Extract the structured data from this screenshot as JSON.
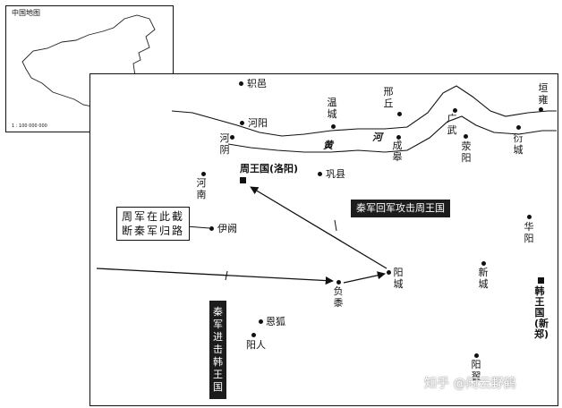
{
  "inset": {
    "title": "中国地图",
    "scale": "1 : 100 000 000"
  },
  "river": {
    "label_1": "黄",
    "label_2": "河"
  },
  "places": {
    "zhiyi": "轵邑",
    "heyang": "河阳",
    "wencheng": "温城",
    "xingqiu": "邢丘",
    "guangwu": "广武",
    "yuanyong": "垣雍",
    "heyin": "河阴",
    "chenggao": "成皋",
    "xingyang": "荥阳",
    "yancheng": "衍城",
    "henan": "河南",
    "zhou_capital": "周王国(洛阳)",
    "gongxian": "巩县",
    "yique": "伊阙",
    "huayang": "华阳",
    "yangcheng": "阳城",
    "xincheng": "新城",
    "fushu": "负黍",
    "han_capital": "韩王国(新郑)",
    "lanhu": "恩狐",
    "yangren": "阳人",
    "yangzhai": "阳翟"
  },
  "callouts": {
    "return_attack": "秦军回军攻击周王国",
    "attack_han": "秦军进击韩王国"
  },
  "note": {
    "line1": "周军在此截",
    "line2": "断秦军归路"
  },
  "watermark": "知乎 @闲云野鹤"
}
